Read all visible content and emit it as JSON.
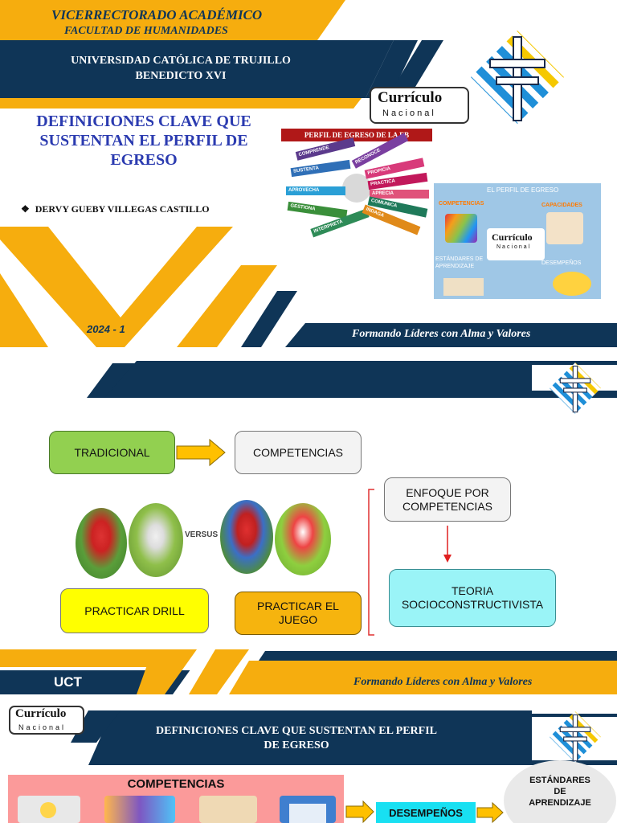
{
  "slide1": {
    "vicerrectorado": "VICERRECTORADO ACADÉMICO",
    "facultad": "FACULTAD DE HUMANIDADES",
    "universidad_line1": "UNIVERSIDAD CATÓLICA DE TRUJILLO",
    "universidad_line2": "BENEDICTO XVI",
    "title": "DEFINICIONES CLAVE QUE SUSTENTAN EL PERFIL DE EGRESO",
    "author_bullet": "❖",
    "author": "DERVY GUEBY VILLEGAS CASTILLO",
    "year": "2024 - 1",
    "motto": "Formando Líderes con Alma y Valores",
    "curriculo_word": "Currículo",
    "curriculo_sub": "Nacional",
    "perfil_title": "PERFIL DE EGRESO DE LA  EB",
    "perfil_items": [
      "COMPRENDE",
      "RECONOCE",
      "SUSTENTA",
      "PROPICIA",
      "PRACTICA",
      "APROVECHA",
      "APRECIA",
      "GESTIONA",
      "COMUNICA",
      "INTERPRETA",
      "INDAGA"
    ],
    "poster_title": "EL PERFIL DE EGRESO",
    "poster_competencias": "COMPETENCIAS",
    "poster_capacidades": "CAPACIDADES",
    "poster_estandares": "ESTÁNDARES DE APRENDIZAJE",
    "poster_desempenos": "DESEMPEÑOS",
    "poster_curriculo": "Currículo",
    "poster_sub": "Nacional"
  },
  "slide2": {
    "tradicional": "TRADICIONAL",
    "competencias": "COMPETENCIAS",
    "enfoque": "ENFOQUE POR COMPETENCIAS",
    "teoria": "TEORIA SOCIOCONSTRUCTIVISTA",
    "versus": "VERSUS",
    "drill": "PRACTICAR DRILL",
    "juego": "PRACTICAR EL JUEGO",
    "uct": "UCT",
    "motto": "Formando Líderes con Alma y Valores"
  },
  "slide3": {
    "curriculo_word": "Currículo",
    "curriculo_sub": "Nacional",
    "title": "DEFINICIONES CLAVE QUE SUSTENTAN EL PERFIL DE EGRESO",
    "competencias": "COMPETENCIAS",
    "desempenos": "DESEMPEÑOS",
    "estandares": "ESTÁNDARES DE APRENDIZAJE"
  },
  "colors": {
    "navy": "#0f3557",
    "gold": "#f6ad0e",
    "title_blue": "#2b3bb0",
    "green_box": "#92d050",
    "yellow_box": "#ffff00",
    "orange_box": "#f6b40e",
    "cyan_box": "#9af4f7",
    "pink_panel": "#fb9a9a"
  }
}
